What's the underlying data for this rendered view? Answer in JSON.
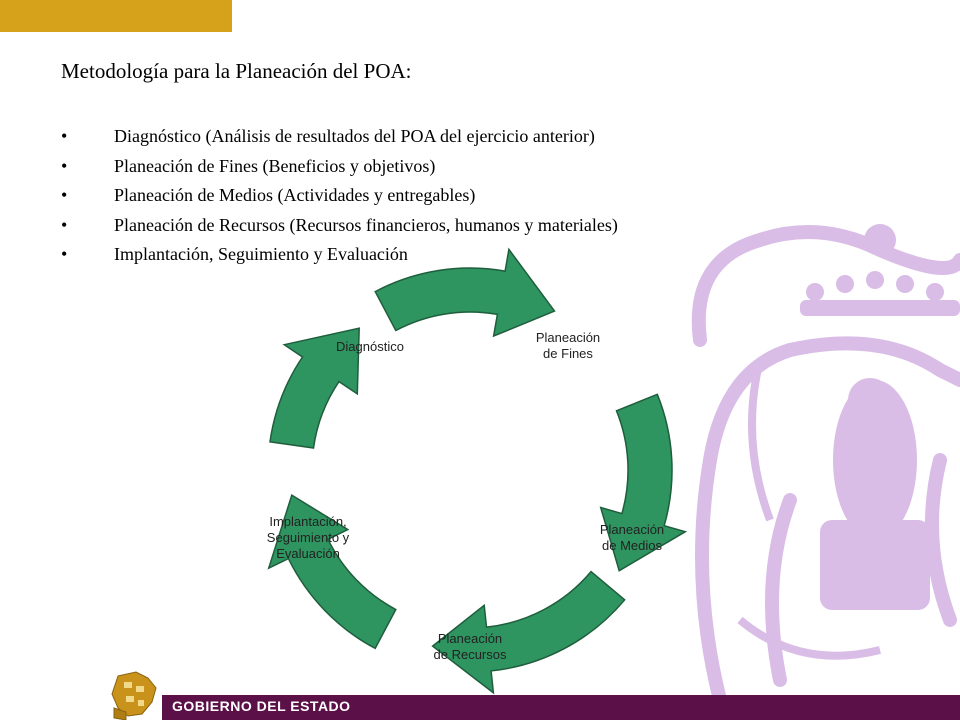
{
  "title": "Metodología para la Planeación del POA:",
  "bullet_symbol": "•",
  "bullets": [
    "Diagnóstico (Análisis de resultados del POA del ejercicio anterior)",
    "Planeación de Fines (Beneficios y objetivos)",
    "Planeación de Medios (Actividades y entregables)",
    "Planeación de Recursos (Recursos financieros, humanos y materiales)",
    "Implantación, Seguimiento y Evaluación"
  ],
  "cycle": {
    "stages": [
      {
        "lines": [
          "Diagnóstico"
        ]
      },
      {
        "lines": [
          "Planeación",
          "de Fines"
        ]
      },
      {
        "lines": [
          "Planeación",
          "de Medios"
        ]
      },
      {
        "lines": [
          "Planeación",
          "de Recursos"
        ]
      },
      {
        "lines": [
          "Implantación,",
          "Seguimiento y",
          "Evaluación"
        ]
      }
    ],
    "arrow_color": "#2e9460",
    "arrow_stroke": "#1f5e3c"
  },
  "footer": {
    "text": "GOBIERNO DEL ESTADO"
  },
  "colors": {
    "top_bar": "#d6a21c",
    "footer_bar": "#5c1048",
    "watermark": "#d9bde6",
    "logo": "#c9921a"
  }
}
